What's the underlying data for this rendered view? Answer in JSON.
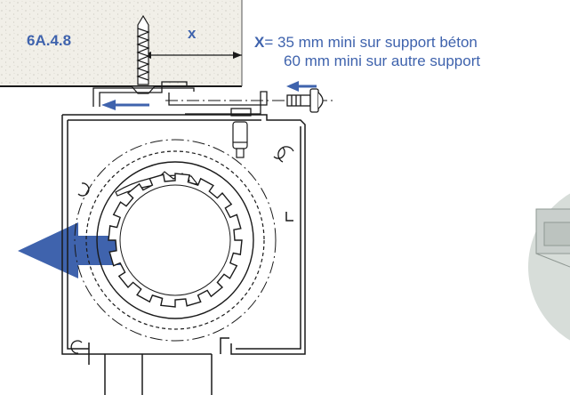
{
  "reference": "6A.4.8",
  "dimension_label": "x",
  "legend": {
    "key": "X",
    "line1": "= 35 mm mini sur support béton",
    "line2": "60 mm mini sur autre support"
  },
  "colors": {
    "accent": "#3f63ad",
    "line": "#1a1a1a",
    "wall": "#f1efe8",
    "ghost": "#d7ddd9"
  }
}
